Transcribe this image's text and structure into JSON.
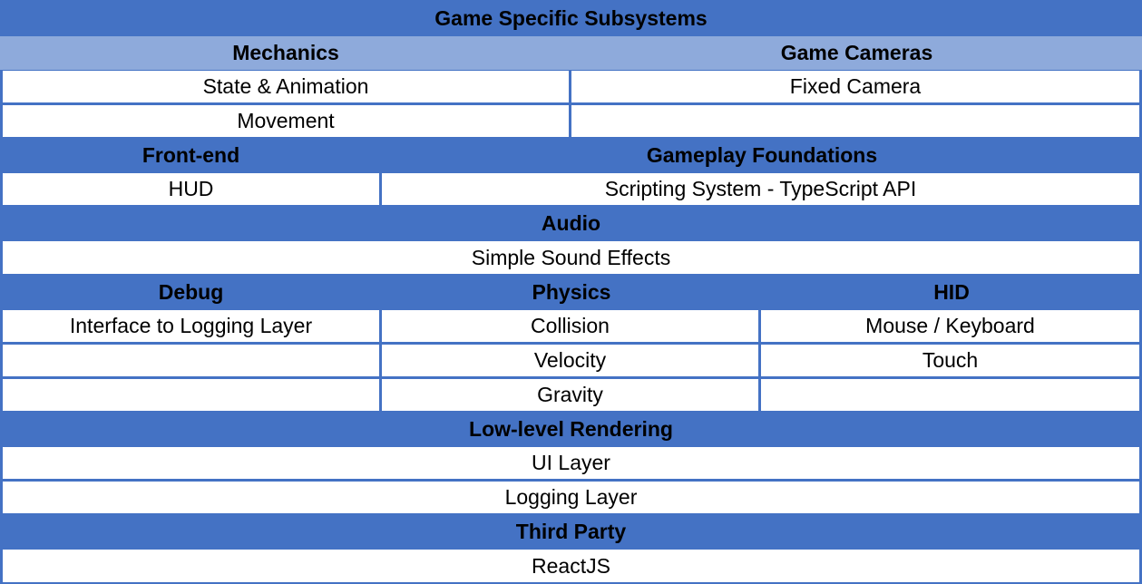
{
  "sections": {
    "game_specific": {
      "title": "Game Specific Subsystems",
      "mechanics_title": "Mechanics",
      "cameras_title": "Game Cameras",
      "mechanics_items": [
        "State & Animation",
        "Movement"
      ],
      "cameras_items": [
        "Fixed Camera",
        ""
      ]
    },
    "frontend": {
      "title": "Front-end",
      "items": [
        "HUD"
      ]
    },
    "gameplay_foundations": {
      "title": "Gameplay Foundations",
      "items": [
        "Scripting System - TypeScript API"
      ]
    },
    "audio": {
      "title": "Audio",
      "items": [
        "Simple Sound Effects"
      ]
    },
    "debug": {
      "title": "Debug",
      "items": [
        "Interface to Logging Layer",
        "",
        ""
      ]
    },
    "physics": {
      "title": "Physics",
      "items": [
        "Collision",
        "Velocity",
        "Gravity"
      ]
    },
    "hid": {
      "title": "HID",
      "items": [
        "Mouse / Keyboard",
        "Touch",
        ""
      ]
    },
    "low_level_rendering": {
      "title": "Low-level Rendering",
      "items": [
        "UI Layer",
        "Logging Layer"
      ]
    },
    "third_party": {
      "title": "Third Party",
      "items": [
        "ReactJS"
      ]
    }
  },
  "colors": {
    "header_dark": "#4472c4",
    "header_light": "#8eaadb",
    "cell": "#ffffff"
  }
}
